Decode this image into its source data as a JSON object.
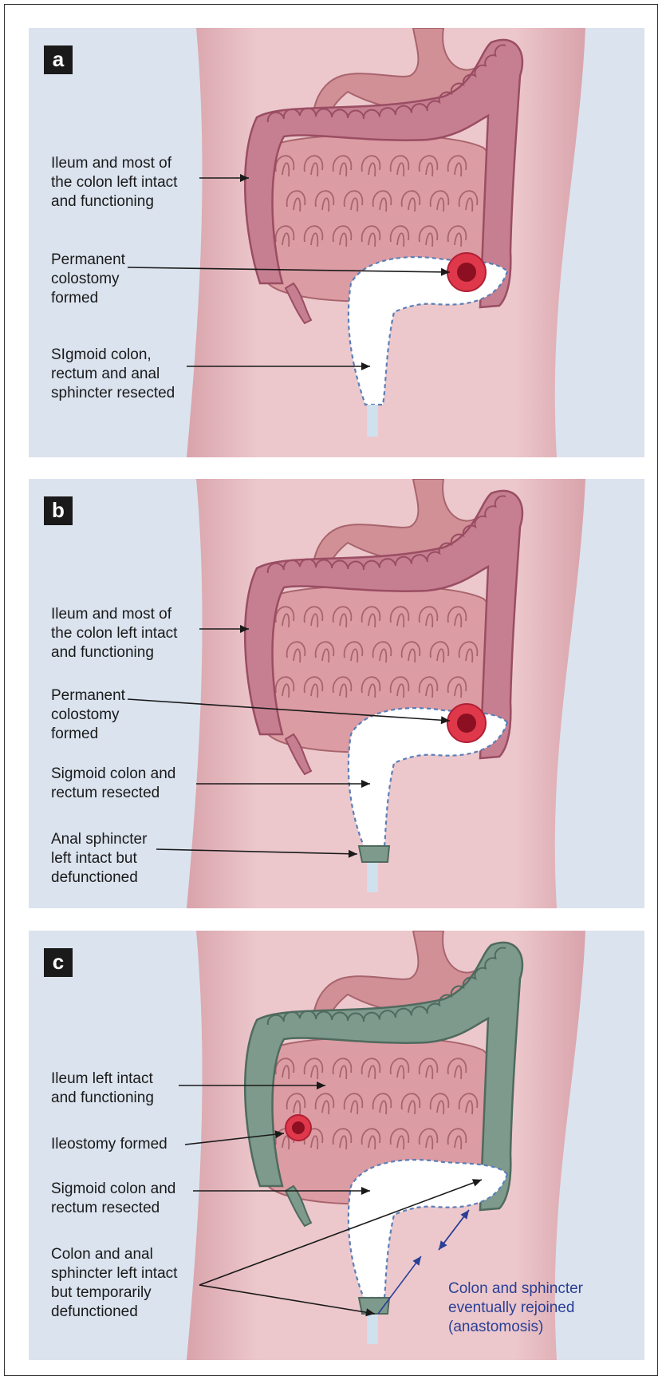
{
  "panels": [
    {
      "badge": "a",
      "variant": "colostomy",
      "labels": [
        [
          "Ileum and most of",
          "the colon left intact",
          "and functioning"
        ],
        [
          "Permanent",
          "colostomy",
          "formed"
        ],
        [
          "SIgmoid colon,",
          "rectum and anal",
          "sphincter resected"
        ]
      ]
    },
    {
      "badge": "b",
      "variant": "colostomy-sphincter",
      "labels": [
        [
          "Ileum and most of",
          "the colon left intact",
          "and functioning"
        ],
        [
          "Permanent",
          "colostomy",
          "formed"
        ],
        [
          "Sigmoid colon and",
          "rectum resected"
        ],
        [
          "Anal sphincter",
          "left intact but",
          "defunctioned"
        ]
      ]
    },
    {
      "badge": "c",
      "variant": "ileostomy",
      "labels": [
        [
          "Ileum left intact",
          "and functioning"
        ],
        [
          "Ileostomy formed"
        ],
        [
          "Sigmoid colon and",
          "rectum resected"
        ],
        [
          "Colon and anal",
          "sphincter left intact",
          "but temporarily",
          "defunctioned"
        ]
      ],
      "note": [
        "Colon and sphincter",
        "eventually rejoined",
        "(anastomosis)"
      ]
    }
  ],
  "colors": {
    "background": "#dbe3ee",
    "body": "#ecc8cc",
    "colon": "#c67f91",
    "small_intestine": "#dc9ca3",
    "stomach": "#d18f96",
    "defunctioned_colon": "#7e9a8c",
    "stoma": "#e0384b",
    "resected": "#ffffff",
    "resected_outline": "#5b7fb7",
    "arrow": "#1a1a1a",
    "anastomosis_arrow": "#2a3f96"
  }
}
